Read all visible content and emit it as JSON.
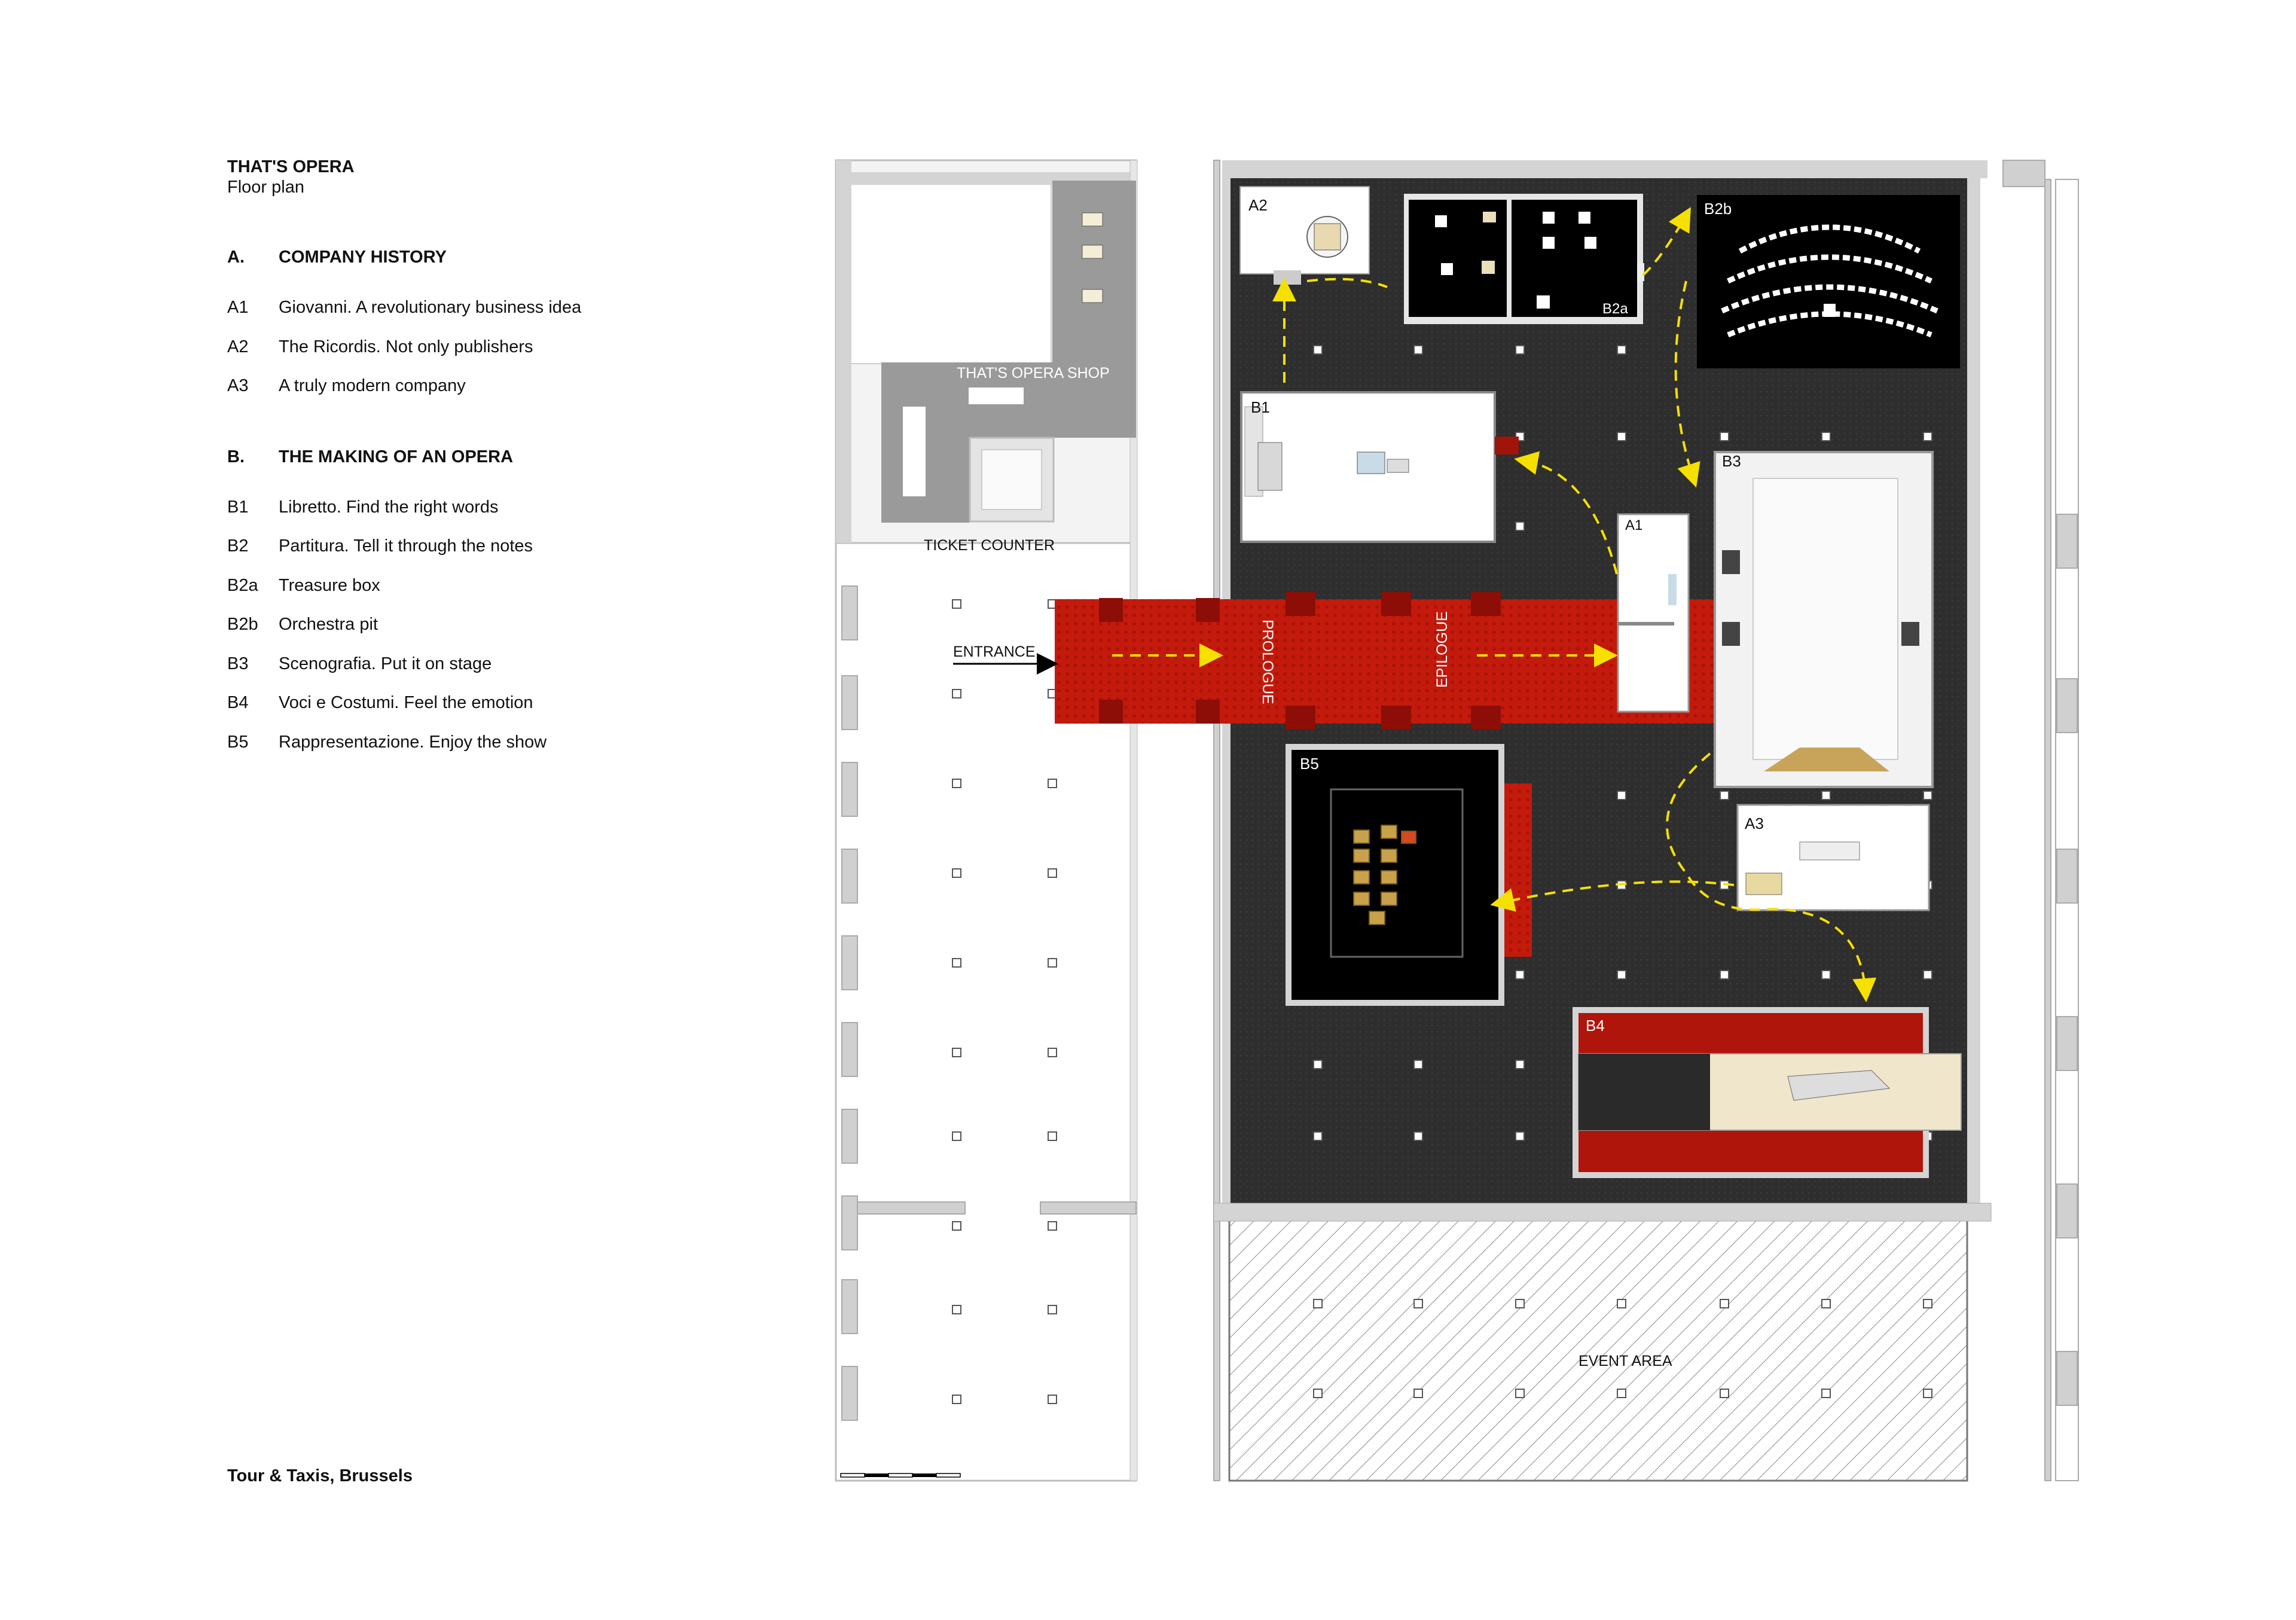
{
  "title": "THAT'S OPERA",
  "subtitle": "Floor plan",
  "sections": [
    {
      "key": "A.",
      "label": "COMPANY HISTORY",
      "items": [
        {
          "code": "A1",
          "text": "Giovanni. A revolutionary business idea"
        },
        {
          "code": "A2",
          "text": "The Ricordis. Not only publishers"
        },
        {
          "code": "A3",
          "text": "A truly modern company"
        }
      ]
    },
    {
      "key": "B.",
      "label": "THE MAKING OF AN OPERA",
      "items": [
        {
          "code": "B1",
          "text": "Libretto. Find the right words"
        },
        {
          "code": "B2",
          "text": "Partitura. Tell it through the notes"
        },
        {
          "code": "B2a",
          "text": "Treasure box"
        },
        {
          "code": "B2b",
          "text": "Orchestra pit"
        },
        {
          "code": "B3",
          "text": "Scenografia. Put it on stage"
        },
        {
          "code": "B4",
          "text": "Voci e Costumi. Feel the emotion"
        },
        {
          "code": "B5",
          "text": "Rappresentazione. Enjoy the show"
        }
      ]
    }
  ],
  "location": "Tour & Taxis, Brussels",
  "plan_labels": {
    "shop": "THAT'S OPERA SHOP",
    "ticket": "TICKET COUNTER",
    "entrance": "ENTRANCE",
    "prologue": "PROLOGUE",
    "epilogue": "EPILOGUE",
    "event": "EVENT AREA",
    "a1": "A1",
    "a2": "A2",
    "a3": "A3",
    "b1": "B1",
    "b2a": "B2a",
    "b2b": "B2b",
    "b3": "B3",
    "b4": "B4",
    "b5": "B5"
  },
  "colors": {
    "floor": "#2e2e2e",
    "red": "#c41a0c",
    "path": "#f5e000",
    "wall": "#d4d4d4",
    "shop": "#9a9a9a"
  }
}
